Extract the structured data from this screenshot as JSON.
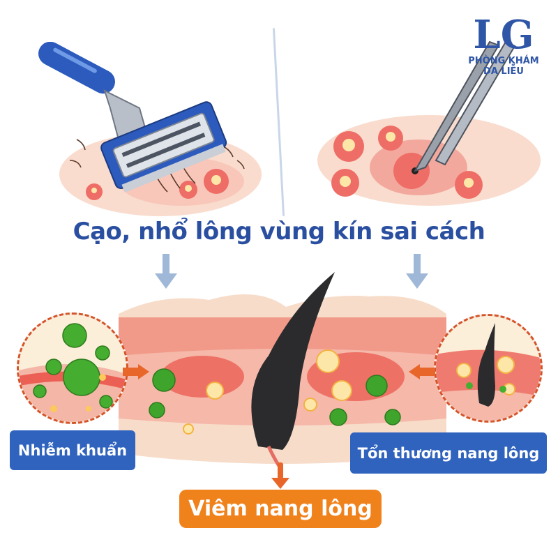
{
  "logo": {
    "monogram": "LG",
    "line1": "PHÒNG KHÁM",
    "line2": "DA LIỄU"
  },
  "title": "Cạo, nhổ lông vùng kín sai cách",
  "panels": {
    "top_left": "razor-shaving-irritated-skin",
    "top_right": "tweezers-plucking-hair-inflamed-skin",
    "center": "inflamed-hair-follicle-cross-section"
  },
  "labels": {
    "left": "Nhiễm khuẩn",
    "right": "Tổn thương nang lông",
    "bottom": "Viêm nang lông"
  },
  "colors": {
    "title": "#2a4fa0",
    "blue_label": "#2f63bd",
    "orange_label": "#f0821c",
    "arrow_blue": "#9fb8d8",
    "arrow_orange": "#e8662a",
    "bacteria_green": "#4caf2a",
    "skin": "#f8dcc8",
    "inflamed": "#ef6b5e"
  }
}
